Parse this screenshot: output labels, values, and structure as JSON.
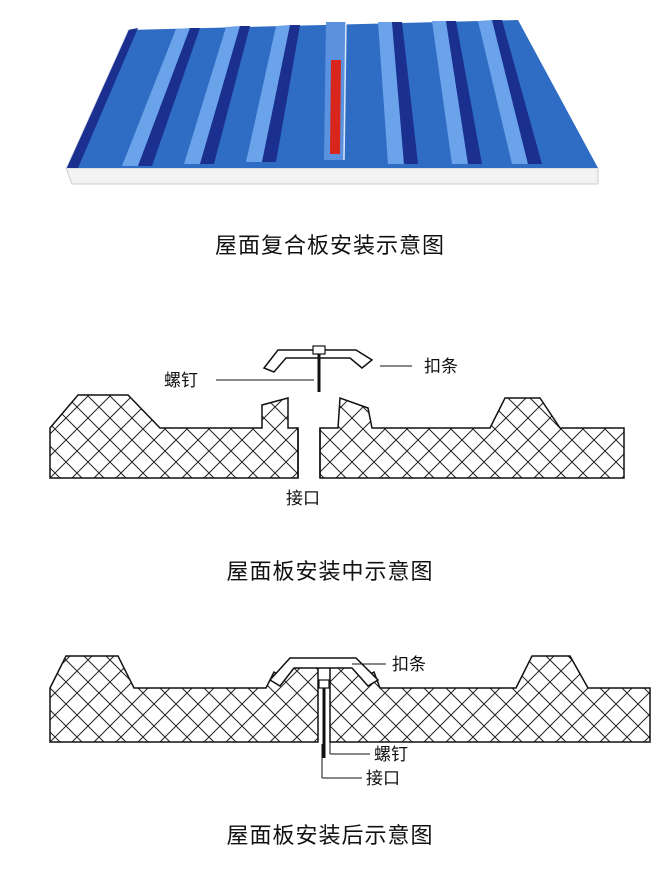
{
  "panel_3d": {
    "caption": "屋面复合板安装示意图",
    "colors": {
      "sheet": "#2f6cc4",
      "rib_light": "#5d9ae6",
      "rib_dark": "#1b2f8f",
      "seal": "#d8261c",
      "foam": "#f4f4f4"
    }
  },
  "during_install": {
    "caption": "屋面板安装中示意图",
    "label_screw": "螺钉",
    "label_cap": "扣条",
    "label_joint": "接口"
  },
  "after_install": {
    "caption": "屋面板安装后示意图",
    "label_cap": "扣条",
    "label_screw": "螺钉",
    "label_joint": "接口"
  }
}
